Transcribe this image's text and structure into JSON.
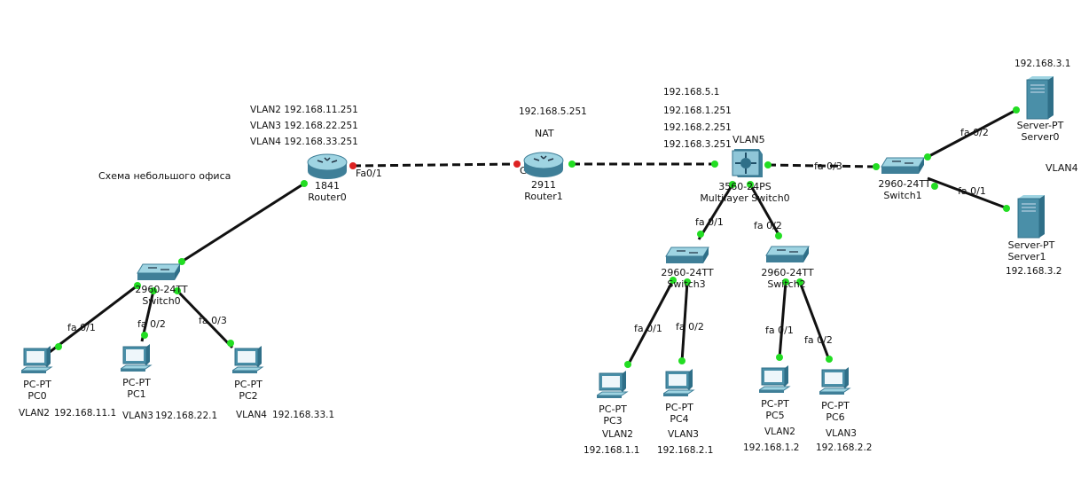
{
  "colors": {
    "link": "#111111",
    "port_up": "#22dd22",
    "port_down": "#dd2222",
    "device_top": "#9fd4e2",
    "device_side": "#4a8fa8"
  },
  "title": "Схема небольшого офиса",
  "router0": {
    "model": "1841",
    "name": "Router0",
    "vlan_ips": [
      "VLAN2 192.168.11.251",
      "VLAN3 192.168.22.251",
      "VLAN4 192.168.33.251"
    ],
    "port_fa01": "Fa0/1"
  },
  "router1": {
    "model": "2911",
    "name": "Router1",
    "ip": "192.168.5.251",
    "nat": "NAT",
    "port_gig01": "Gig0/1"
  },
  "mls": {
    "model": "3560-24PS",
    "name": "Multilayer Switch0",
    "vlan": "VLAN5",
    "ips": [
      "192.168.5.1",
      "192.168.1.251",
      "192.168.2.251",
      "192.168.3.251"
    ],
    "port_fa03": "fa 0/3",
    "port_fa01": "fa 0/1",
    "port_fa02": "fa 0/2"
  },
  "switch0": {
    "model": "2960-24TT",
    "name": "Switch0",
    "ports": [
      "fa 0/1",
      "fa 0/2",
      "fa 0/3"
    ]
  },
  "switch1": {
    "model": "2960-24TT",
    "name": "Switch1",
    "ports": [
      "fa 0/2",
      "fa 0/1"
    ],
    "vlan": "VLAN4"
  },
  "switch2": {
    "model": "2960-24TT",
    "name": "Switch2",
    "ports": [
      "fa 0/1",
      "fa 0/2"
    ]
  },
  "switch3": {
    "model": "2960-24TT",
    "name": "Switch3",
    "ports": [
      "fa 0/1",
      "fa 0/2"
    ]
  },
  "server0": {
    "model": "Server-PT",
    "name": "Server0",
    "ip": "192.168.3.1"
  },
  "server1": {
    "model": "Server-PT",
    "name": "Server1",
    "ip": "192.168.3.2"
  },
  "pcs": [
    {
      "model": "PC-PT",
      "name": "PC0",
      "vlan": "VLAN2",
      "ip": "192.168.11.1"
    },
    {
      "model": "PC-PT",
      "name": "PC1",
      "vlan": "VLAN3",
      "ip": "192.168.22.1"
    },
    {
      "model": "PC-PT",
      "name": "PC2",
      "vlan": "VLAN4",
      "ip": "192.168.33.1"
    },
    {
      "model": "PC-PT",
      "name": "PC3",
      "vlan": "VLAN2",
      "ip": "192.168.1.1"
    },
    {
      "model": "PC-PT",
      "name": "PC4",
      "vlan": "VLAN3",
      "ip": "192.168.2.1"
    },
    {
      "model": "PC-PT",
      "name": "PC5",
      "vlan": "VLAN2",
      "ip": "192.168.1.2"
    },
    {
      "model": "PC-PT",
      "name": "PC6",
      "vlan": "VLAN3",
      "ip": "192.168.2.2"
    }
  ]
}
